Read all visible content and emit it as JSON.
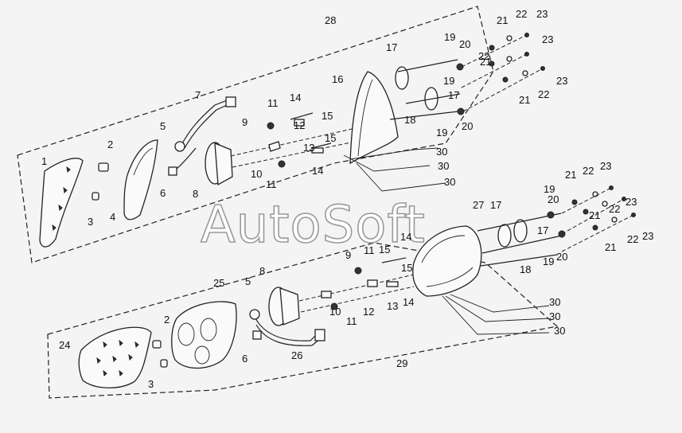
{
  "watermark": "AutoSoft",
  "callouts": {
    "top": [
      "1",
      "2",
      "3",
      "4",
      "5",
      "6",
      "7",
      "8",
      "9",
      "10",
      "11",
      "11",
      "12",
      "13",
      "14",
      "14",
      "15",
      "15",
      "16",
      "17",
      "17",
      "18",
      "19",
      "19",
      "19",
      "20",
      "20",
      "21",
      "21",
      "21",
      "22",
      "22",
      "22",
      "23",
      "23",
      "23",
      "28",
      "30",
      "30",
      "30"
    ],
    "bottom": [
      "2",
      "3",
      "5",
      "6",
      "8",
      "9",
      "10",
      "11",
      "11",
      "12",
      "13",
      "14",
      "14",
      "15",
      "15",
      "17",
      "17",
      "18",
      "19",
      "19",
      "20",
      "20",
      "21",
      "21",
      "21",
      "22",
      "22",
      "22",
      "23",
      "23",
      "23",
      "24",
      "25",
      "26",
      "27",
      "29",
      "30",
      "30",
      "30"
    ]
  }
}
